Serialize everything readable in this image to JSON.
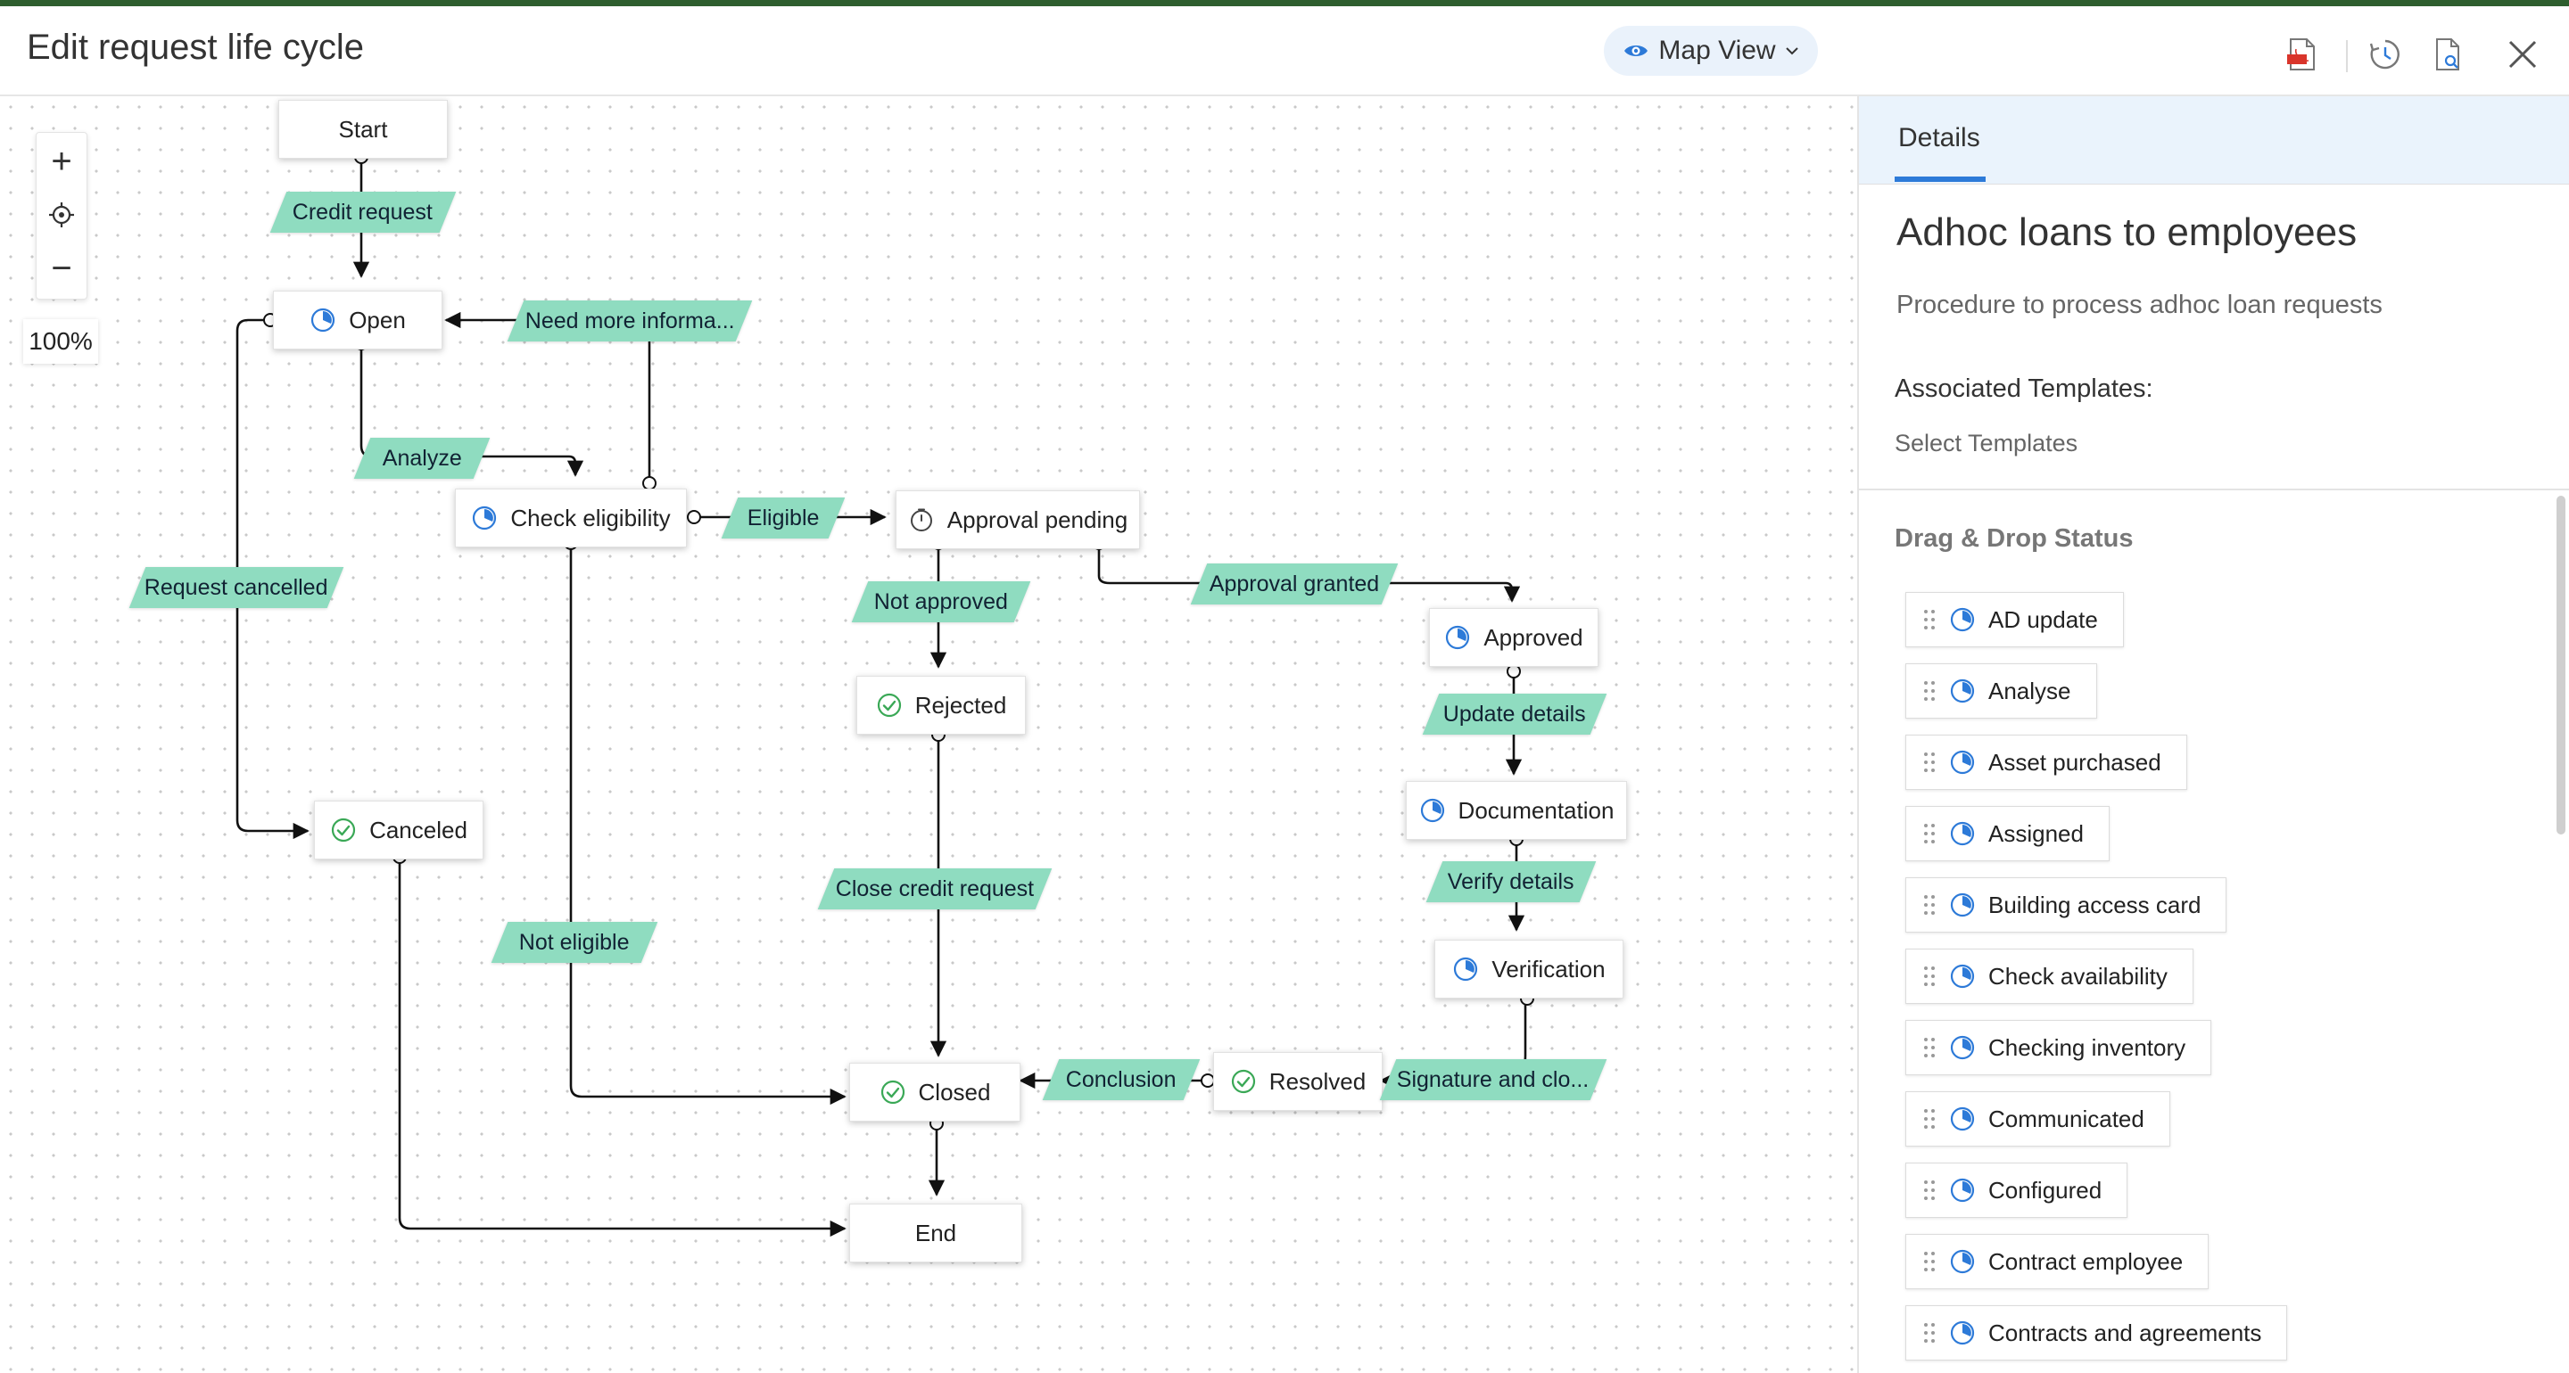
{
  "header": {
    "title": "Edit request life cycle",
    "view_mode": "Map View",
    "icons": [
      "pdf-icon",
      "history-icon",
      "document-search-icon",
      "close-icon"
    ]
  },
  "canvas": {
    "zoom_in": "+",
    "zoom_out": "−",
    "zoom_level": "100%",
    "nodes": {
      "start": "Start",
      "open": "Open",
      "check_eligibility": "Check eligibility",
      "approval_pending": "Approval pending",
      "approved": "Approved",
      "rejected": "Rejected",
      "canceled": "Canceled",
      "documentation": "Documentation",
      "verification": "Verification",
      "closed": "Closed",
      "resolved": "Resolved",
      "end": "End"
    },
    "transitions": {
      "credit_request": "Credit request",
      "need_more_info": "Need more informa...",
      "analyze": "Analyze",
      "eligible": "Eligible",
      "request_cancelled": "Request cancelled",
      "not_approved": "Not approved",
      "approval_granted": "Approval granted",
      "update_details": "Update details",
      "verify_details": "Verify details",
      "close_credit_request": "Close credit request",
      "not_eligible": "Not eligible",
      "conclusion": "Conclusion",
      "signature_and_close": "Signature and clo..."
    },
    "colors": {
      "transition_fill": "#8fdcc0",
      "in_progress_icon": "#2d7ad8",
      "completed_icon": "#3aa856"
    }
  },
  "panel": {
    "tab": "Details",
    "title": "Adhoc loans to employees",
    "description": "Procedure to process adhoc loan requests",
    "associated_templates_label": "Associated Templates:",
    "select_templates": "Select Templates",
    "drag_drop_heading": "Drag & Drop Status",
    "statuses": [
      "AD update",
      "Analyse",
      "Asset purchased",
      "Assigned",
      "Building access card",
      "Check availability",
      "Checking inventory",
      "Communicated",
      "Configured",
      "Contract employee",
      "Contracts and agreements"
    ]
  }
}
